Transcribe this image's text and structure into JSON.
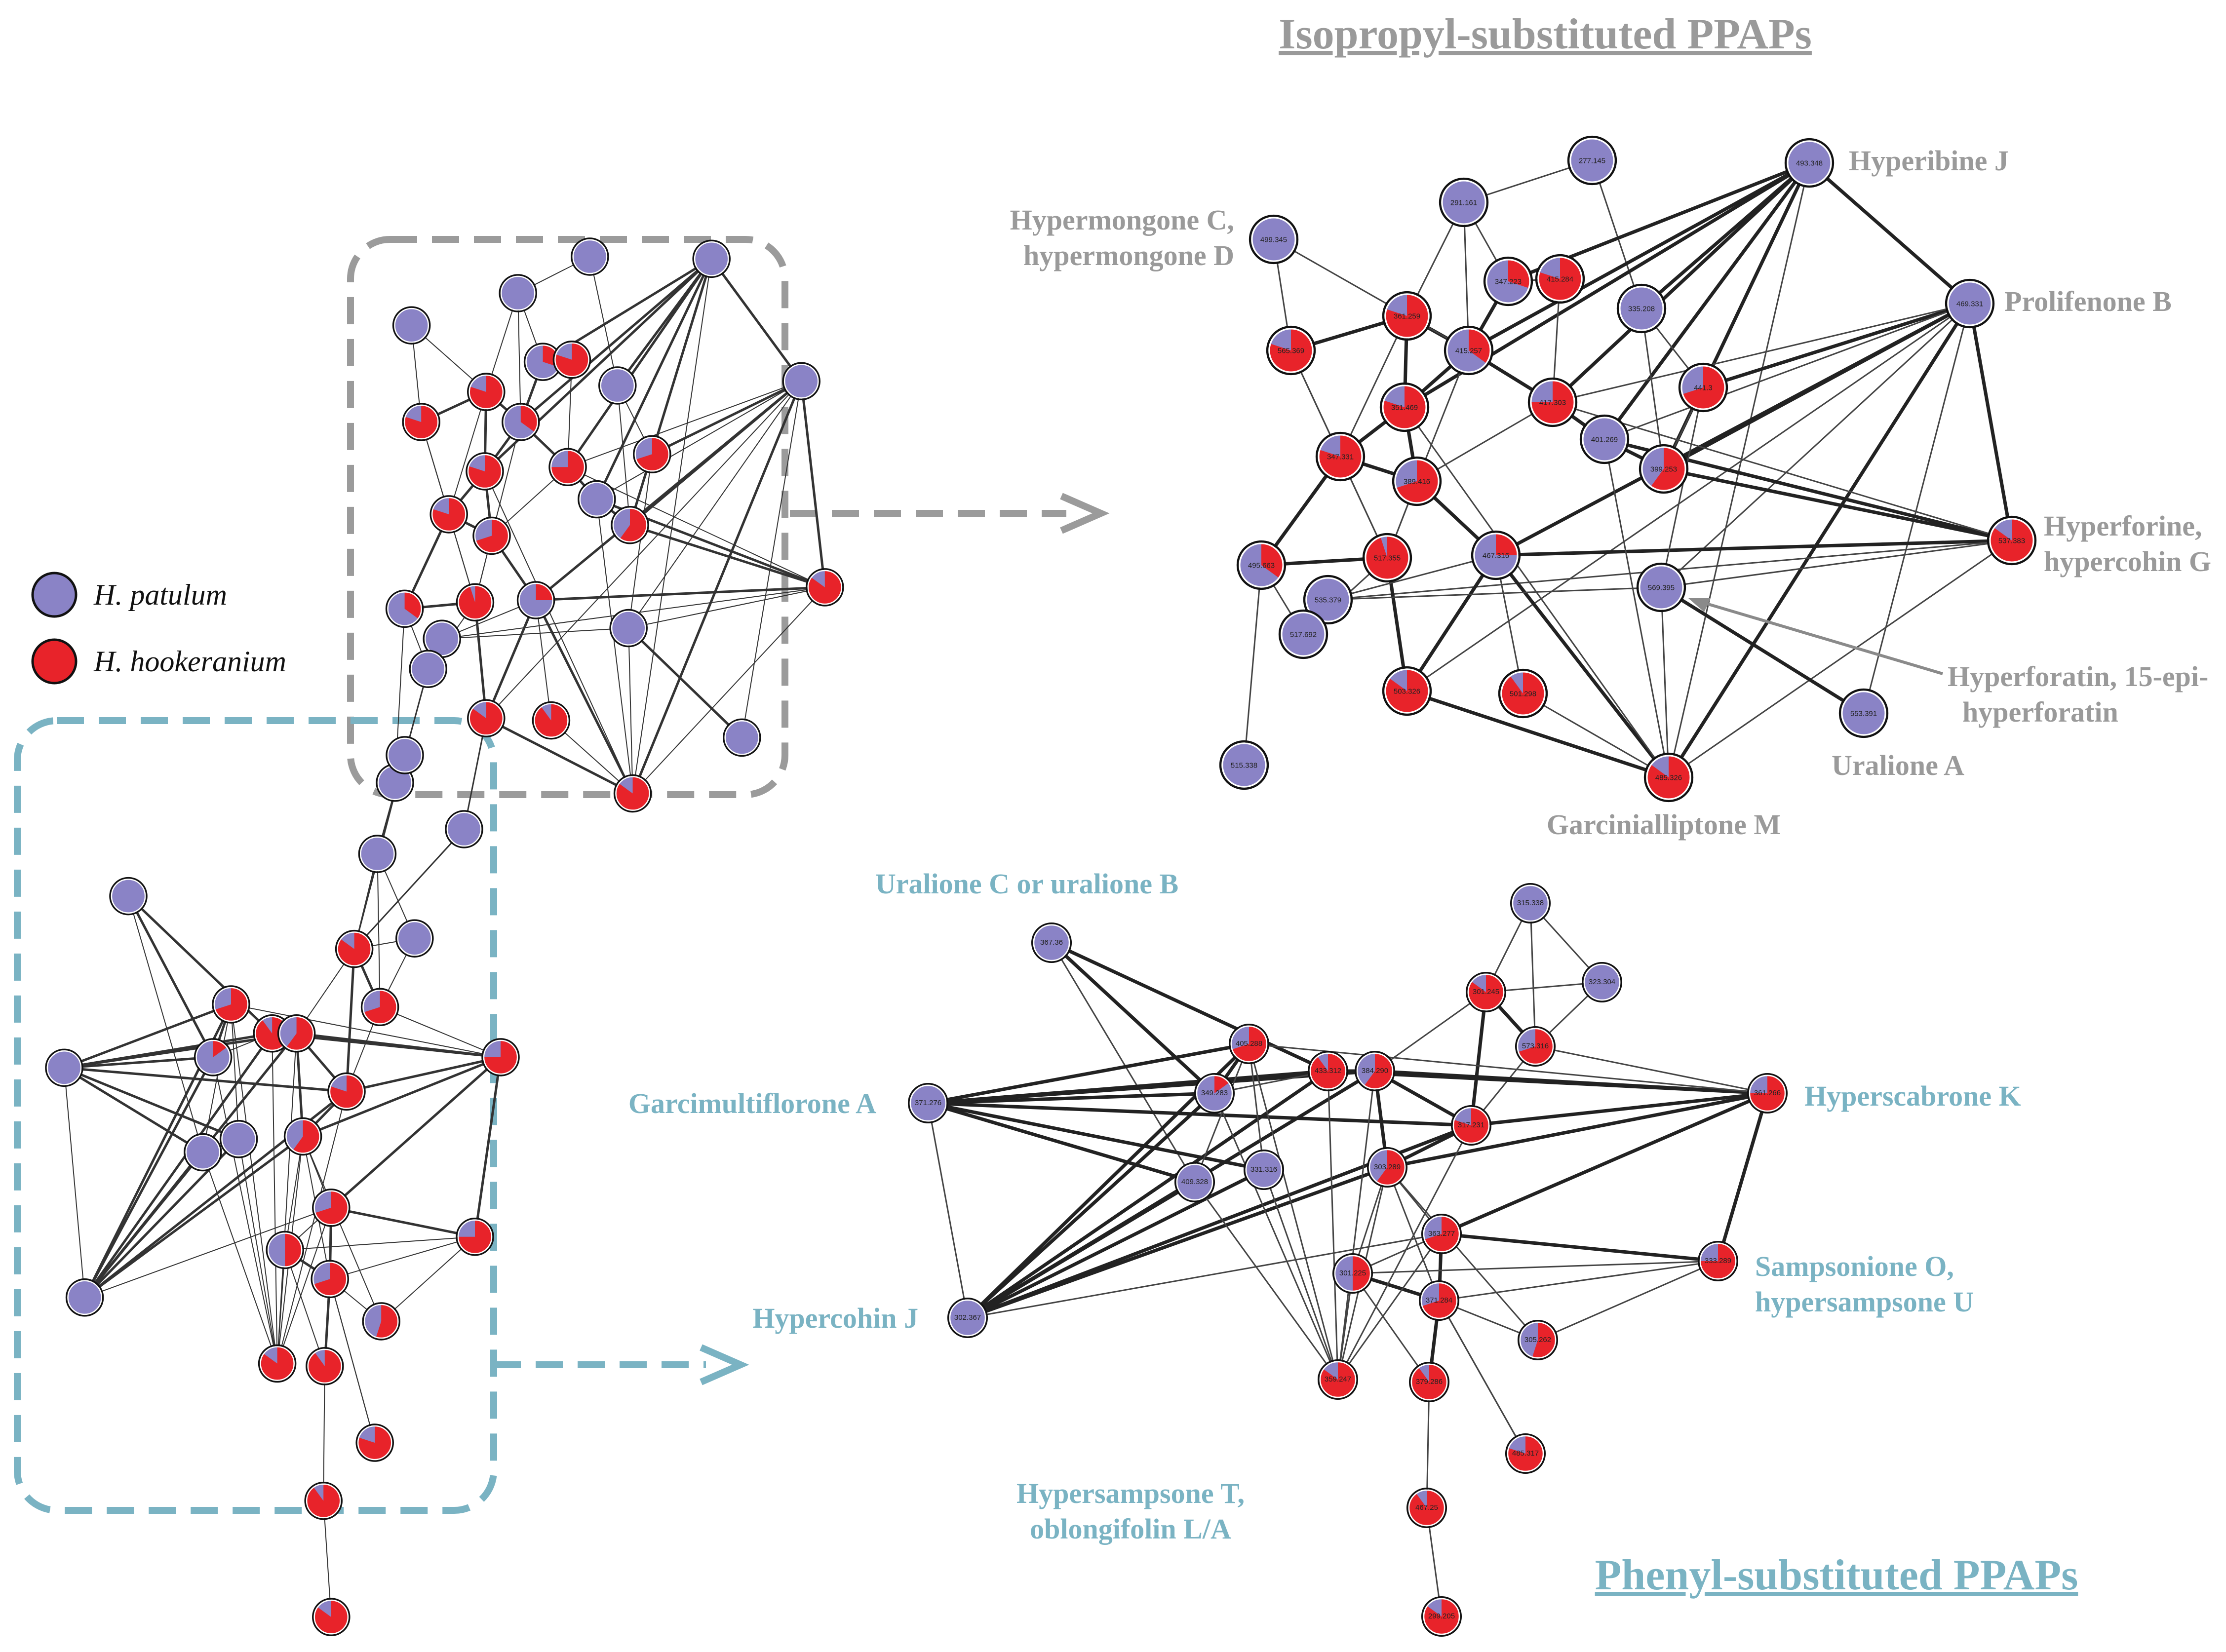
{
  "colors": {
    "patulum": "#8a83c6",
    "hookeranium": "#e8232a",
    "gray_label": "#9a9a9a",
    "blue_label": "#7ab3c3",
    "gray_box": "#9b9b9b",
    "blue_box": "#7ab3c3"
  },
  "legend": [
    {
      "label": "H. patulum",
      "color": "#8a83c6"
    },
    {
      "label": "H. hookeranium",
      "color": "#e8232a"
    }
  ],
  "titles": {
    "isopropyl": "Isopropyl-substituted PPAPs",
    "phenyl": "Phenyl-substituted PPAPs"
  },
  "iso_labels": [
    [
      "Hypermongone C,",
      "hypermongone D"
    ],
    [
      "Hyperibine J"
    ],
    [
      "Prolifenone B"
    ],
    [
      "Hyperforine,",
      "hypercohin G"
    ],
    [
      "Hyperforatin, 15-epi-",
      "hyperforatin"
    ],
    [
      "Uralione A"
    ],
    [
      "Garcinialliptone M"
    ]
  ],
  "phe_labels": [
    [
      "Uralione C or uralione B"
    ],
    [
      "Garcimultiflorone A"
    ],
    [
      "Hyperscabrone K"
    ],
    [
      "Sampsonione O,",
      "hypersampsone U"
    ],
    [
      "Hypercohin J"
    ],
    [
      "Hypersampsone T,",
      "oblongifolin L/A"
    ]
  ],
  "iso_nodes": [
    {
      "id": "277.145",
      "red": 0
    },
    {
      "id": "291.161",
      "red": 0
    },
    {
      "id": "493.348",
      "red": 0
    },
    {
      "id": "499.345",
      "red": 0
    },
    {
      "id": "347.223",
      "red": 0.3
    },
    {
      "id": "415.284",
      "red": 0.8
    },
    {
      "id": "335.208",
      "red": 0
    },
    {
      "id": "469.331",
      "red": 0
    },
    {
      "id": "361.259",
      "red": 0.8
    },
    {
      "id": "415.257",
      "red": 0.35
    },
    {
      "id": "565.369",
      "red": 0.8
    },
    {
      "id": "417.303",
      "red": 0.75
    },
    {
      "id": "441.3",
      "red": 0.7
    },
    {
      "id": "351.469",
      "red": 0.8
    },
    {
      "id": "401.269",
      "red": 0
    },
    {
      "id": "347.331",
      "red": 0.8
    },
    {
      "id": "399.253",
      "red": 0.6
    },
    {
      "id": "389.416",
      "red": 0.7
    },
    {
      "id": "537.383",
      "red": 0.85
    },
    {
      "id": "495.663",
      "red": 0.35
    },
    {
      "id": "517.355",
      "red": 0.95
    },
    {
      "id": "467.316",
      "red": 0.25
    },
    {
      "id": "535.379",
      "red": 0
    },
    {
      "id": "569.395",
      "red": 0
    },
    {
      "id": "517.692",
      "red": 0
    },
    {
      "id": "503.326",
      "red": 0.85
    },
    {
      "id": "501.298",
      "red": 0.9
    },
    {
      "id": "553.391",
      "red": 0
    },
    {
      "id": "485.326",
      "red": 0.85
    },
    {
      "id": "515.338",
      "red": 0
    }
  ],
  "phe_nodes": [
    {
      "id": "315.338",
      "red": 0
    },
    {
      "id": "367.36",
      "red": 0
    },
    {
      "id": "323.304",
      "red": 0
    },
    {
      "id": "301.245",
      "red": 0.85
    },
    {
      "id": "405.288",
      "red": 0.7
    },
    {
      "id": "573.316",
      "red": 0.7
    },
    {
      "id": "349.283",
      "red": 0.15
    },
    {
      "id": "433.312",
      "red": 0.9
    },
    {
      "id": "371.276",
      "red": 0
    },
    {
      "id": "384.290",
      "red": 0.6
    },
    {
      "id": "361.266",
      "red": 0.75
    },
    {
      "id": "317.231",
      "red": 0.8
    },
    {
      "id": "303.289",
      "red": 0.6
    },
    {
      "id": "409.328",
      "red": 0
    },
    {
      "id": "331.316",
      "red": 0
    },
    {
      "id": "363.277",
      "red": 0.7
    },
    {
      "id": "333.289",
      "red": 0.75
    },
    {
      "id": "302.367",
      "red": 0
    },
    {
      "id": "301.225",
      "red": 0.5
    },
    {
      "id": "371.284",
      "red": 0.7
    },
    {
      "id": "305.262",
      "red": 0.55
    },
    {
      "id": "359.247",
      "red": 0.85
    },
    {
      "id": "379.286",
      "red": 0.9
    },
    {
      "id": "485.317",
      "red": 0.8
    },
    {
      "id": "467.25",
      "red": 0.9
    },
    {
      "id": "299.205",
      "red": 0.85
    }
  ]
}
